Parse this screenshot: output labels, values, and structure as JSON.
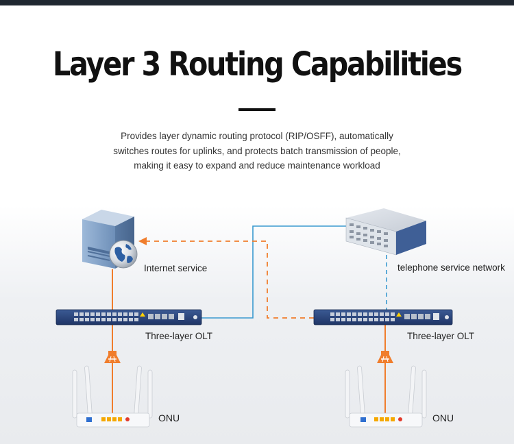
{
  "header": {
    "title": "Layer 3 Routing Capabilities",
    "description_lines": [
      "Provides layer dynamic routing protocol (RIP/OSFF), automatically",
      "switches routes for uplinks, and protects batch transmission of people,",
      "making it easy to expand and reduce maintenance workload"
    ]
  },
  "diagram": {
    "labels": {
      "internet": "Internet service",
      "telephone": "telephone service network",
      "olt_left": "Three-layer OLT",
      "olt_right": "Three-layer OLT",
      "onu_left": "ONU",
      "onu_right": "ONU"
    },
    "colors": {
      "fiber_orange": "#f07d2c",
      "link_blue": "#3a9ad0",
      "olt_body": "#2a4478",
      "server_blue": "#7a9cc4"
    },
    "icons": [
      "server-icon",
      "globe-icon",
      "telephone-switch-icon",
      "olt-device-icon",
      "splitter-icon",
      "onu-router-icon"
    ]
  }
}
